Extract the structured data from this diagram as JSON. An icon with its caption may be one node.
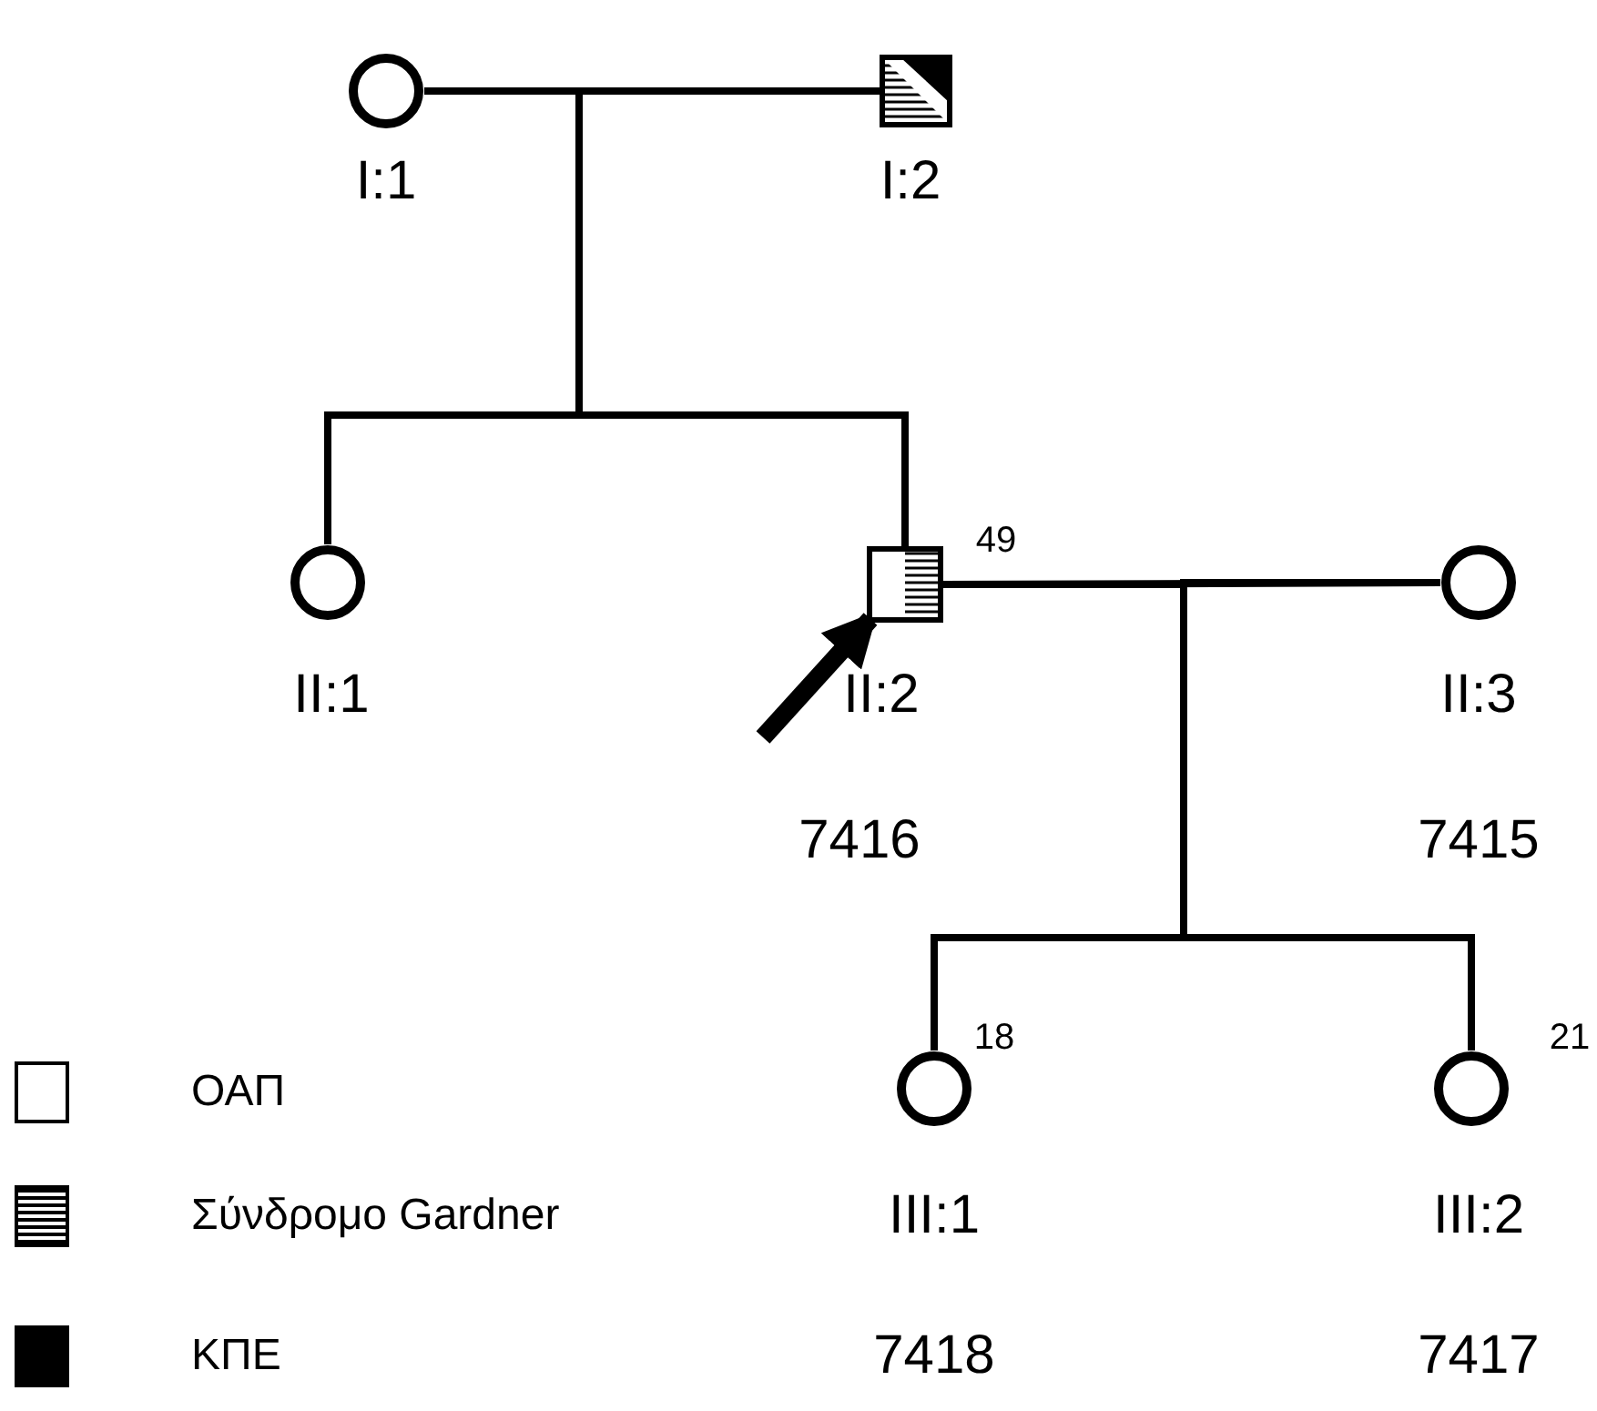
{
  "diagram": {
    "nodes": [
      {
        "text": [],
        "shape": "circle",
        "beside": [
          "I:1"
        ]
      },
      {
        "text": [],
        "shape": "box",
        "beside": [
          "I:2"
        ]
      },
      {
        "text": [],
        "shape": "circle",
        "beside": [
          "II:1"
        ]
      },
      {
        "text": [],
        "shape": "box",
        "beside": [
          "49",
          "II:2",
          "7416"
        ]
      },
      {
        "text": [],
        "shape": "circle",
        "beside": [
          "II:3",
          "7415"
        ]
      },
      {
        "text": [],
        "shape": "circle",
        "beside": [
          "18",
          "III:1",
          "7418"
        ]
      },
      {
        "text": [],
        "shape": "circle",
        "beside": [
          "21",
          "III:2",
          "7417"
        ]
      }
    ],
    "edges": [
      {
        "from": 0,
        "to": 1,
        "arrow": "none"
      },
      {
        "from": 0,
        "to": 2,
        "arrow": "none"
      },
      {
        "from": 1,
        "to": 2,
        "arrow": "none"
      },
      {
        "from": 0,
        "to": 3,
        "arrow": "none"
      },
      {
        "from": 1,
        "to": 3,
        "arrow": "none"
      },
      {
        "from": 3,
        "to": 4,
        "arrow": "none"
      },
      {
        "from": 3,
        "to": 5,
        "arrow": "none"
      },
      {
        "from": 4,
        "to": 5,
        "arrow": "none"
      },
      {
        "from": 3,
        "to": 6,
        "arrow": "none"
      },
      {
        "from": 4,
        "to": 6,
        "arrow": "none"
      },
      {
        "from": null,
        "to": 3,
        "arrow": "to",
        "style": "thick"
      }
    ],
    "legend": [
      {
        "text": "ΟΑΠ",
        "color": "#ffffff"
      },
      {
        "text": "Σύνδρομο Gardner"
      },
      {
        "text": "ΚΠΕ",
        "color": "#000000"
      }
    ]
  }
}
